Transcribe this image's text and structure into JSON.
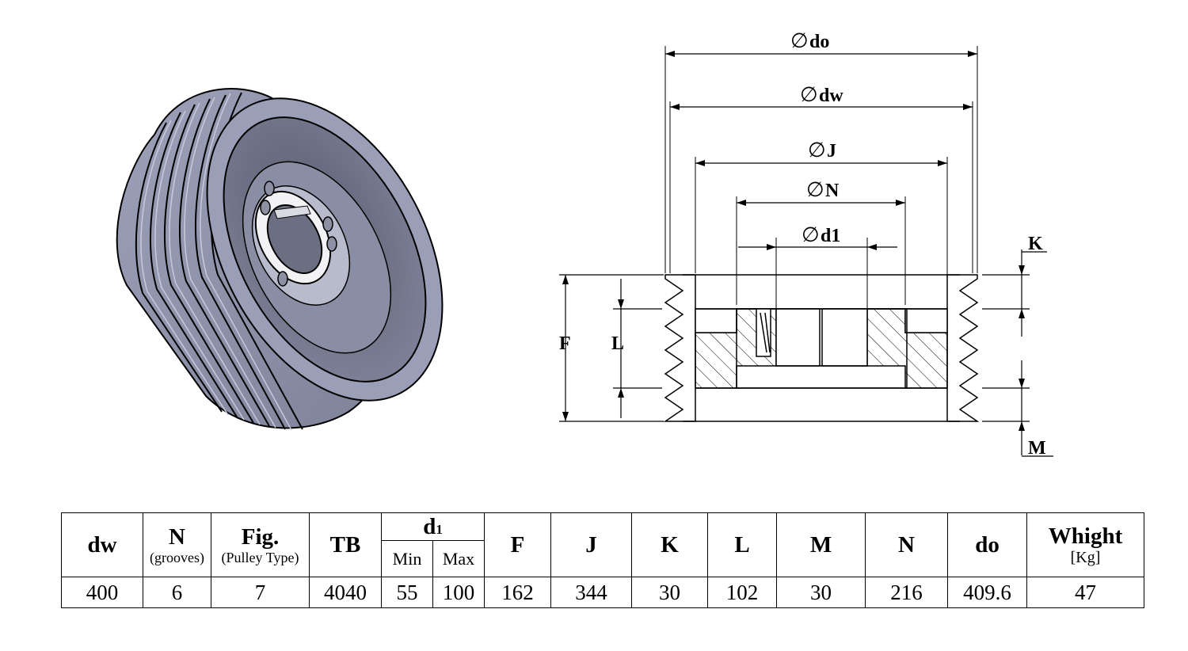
{
  "drawing": {
    "dimension_labels": {
      "do": "do",
      "dw": "dw",
      "J": "J",
      "N": "N",
      "d1": "d1",
      "K": "K",
      "F": "F",
      "L": "L",
      "M": "M"
    },
    "diameter_symbol": "∅"
  },
  "table": {
    "headers": {
      "dw": "dw",
      "N": "N",
      "N_sub": "(grooves)",
      "Fig": "Fig.",
      "Fig_sub": "(Pulley Type)",
      "TB": "TB",
      "d1_main": "d",
      "d1_index": "1",
      "d1_min": "Min",
      "d1_max": "Max",
      "F": "F",
      "J": "J",
      "K": "K",
      "L": "L",
      "M": "M",
      "N2": "N",
      "do": "do",
      "weight": "Whight",
      "weight_sub": "[Kg]"
    },
    "row": {
      "dw": "400",
      "N": "6",
      "Fig": "7",
      "TB": "4040",
      "d1_min": "55",
      "d1_max": "100",
      "F": "162",
      "J": "344",
      "K": "30",
      "L": "102",
      "M": "30",
      "N2": "216",
      "do": "409.6",
      "weight": "47"
    }
  },
  "colors": {
    "pulley_body": "#8b8fa8",
    "pulley_dark": "#5d6075",
    "pulley_light": "#b5b8cc"
  }
}
